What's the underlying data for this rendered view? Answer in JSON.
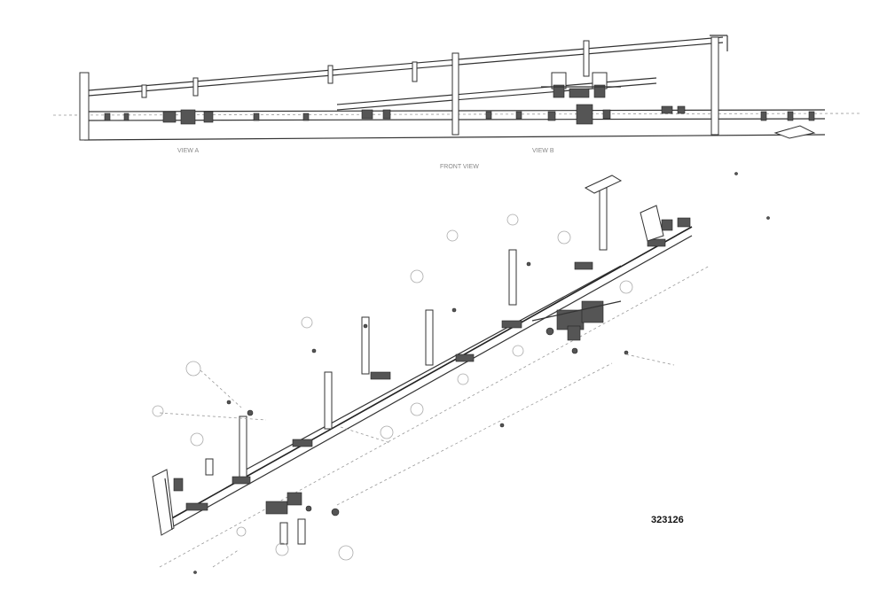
{
  "diagram": {
    "drawing_number": "323126",
    "top_view_labels": [
      "VIEW A",
      "VIEW B"
    ],
    "top_view_caption": "FRONT VIEW"
  }
}
